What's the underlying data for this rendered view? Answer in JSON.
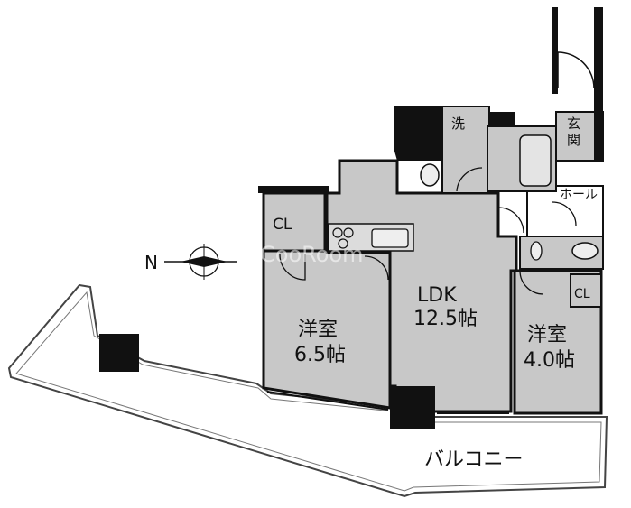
{
  "rooms": {
    "ldk": {
      "name": "LDK",
      "size": "12.5帖"
    },
    "western_large": {
      "name": "洋室",
      "size": "6.5帖"
    },
    "western_small": {
      "name": "洋室",
      "size": "4.0帖"
    },
    "closet_left": "CL",
    "closet_right": "CL",
    "laundry": "洗",
    "entrance": [
      "玄",
      "関"
    ],
    "hall": "ホール",
    "balcony": "バルコニー"
  },
  "compass": {
    "direction": "N"
  },
  "watermark": "CooRoom",
  "colors": {
    "room_fill": "#c8c8c8",
    "wall": "#111111",
    "background": "#ffffff"
  }
}
